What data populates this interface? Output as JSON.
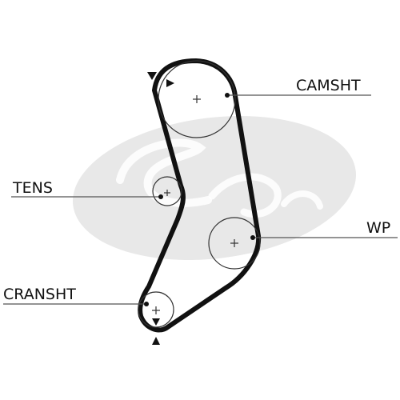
{
  "labels": {
    "camshaft": "CAMSHT",
    "tensioner": "TENS",
    "water_pump": "WP",
    "crankshaft": "CRANSHT"
  },
  "colors": {
    "background": "#ffffff",
    "belt": "#111111",
    "pulley": "#333333",
    "leader": "#555555",
    "watermark": "#e6e6e6"
  },
  "icons": {
    "watermark": "gates-logo",
    "timing_mark": "triangle-marker"
  }
}
